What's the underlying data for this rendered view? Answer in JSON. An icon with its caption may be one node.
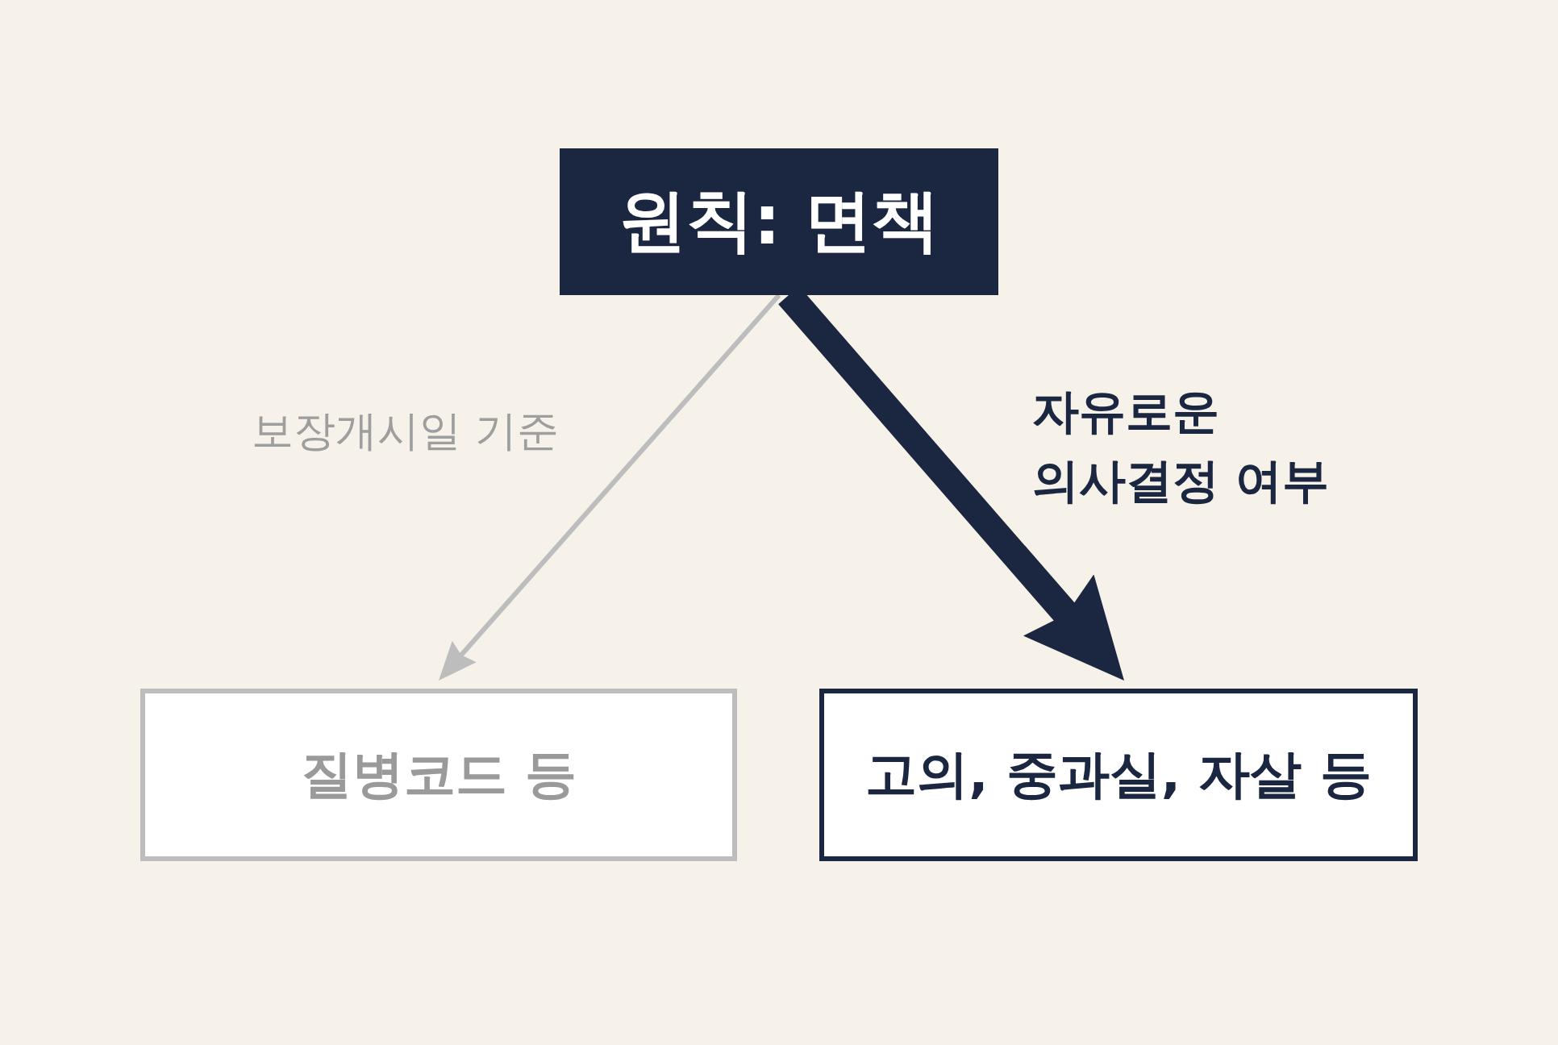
{
  "diagram": {
    "nodes": [
      {
        "text": [
          "원칙: 면책"
        ]
      },
      {
        "text": [
          "질병코드 등"
        ]
      },
      {
        "text": [
          "고의, 중과실, 자살 등"
        ]
      }
    ],
    "edges": [
      {
        "from": 0,
        "to": 1,
        "arrow": "to",
        "label": "보장개시일 기준",
        "color": "#bdbdbd"
      },
      {
        "from": 0,
        "to": 2,
        "arrow": "to",
        "label": "자유로운 의사결정 여부",
        "style": "thick",
        "color": "#1b2640"
      }
    ]
  }
}
